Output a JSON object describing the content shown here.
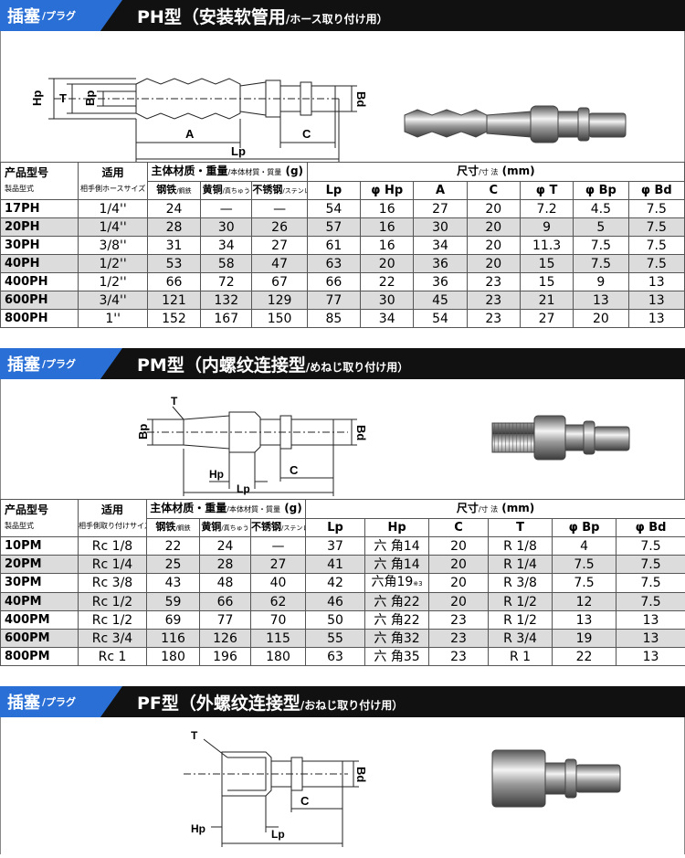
{
  "sections": {
    "ph": {
      "tag_big": "插塞",
      "tag_small": "/プラグ",
      "title": "PH型（安装软管用",
      "title_sub": "/ホース取り付け用）",
      "diagram_labels": {
        "hp": "Hp",
        "t": "T",
        "bp": "Bp",
        "a": "A",
        "c": "C",
        "lp": "Lp",
        "bd": "Bd"
      },
      "table": {
        "col_model": "产品型号",
        "col_model_sub": "製品型式",
        "col_apply": "适用",
        "col_apply_sub": "相手側ホースサイズ",
        "col_material": "主体材质・重量",
        "col_material_sub": "/本体材質・質量",
        "col_material_unit": "(g)",
        "col_dim": "尺寸",
        "col_dim_sub": "/寸 法",
        "col_dim_unit": "(mm)",
        "mat_headers": [
          {
            "main": "钢铁",
            "sub": "/鋼鉄"
          },
          {
            "main": "黄铜",
            "sub": "/真ちゅう"
          },
          {
            "main": "不锈钢",
            "sub": "/ステンレス"
          }
        ],
        "dim_headers": [
          "Lp",
          "φ Hp",
          "A",
          "C",
          "φ T",
          "φ Bp",
          "φ Bd"
        ],
        "rows": [
          {
            "model": "17PH",
            "apply": "1/4''",
            "m": [
              "24",
              "—",
              "—"
            ],
            "d": [
              "54",
              "16",
              "27",
              "20",
              "7.2",
              "4.5",
              "7.5"
            ]
          },
          {
            "model": "20PH",
            "apply": "1/4''",
            "m": [
              "28",
              "30",
              "26"
            ],
            "d": [
              "57",
              "16",
              "30",
              "20",
              "9",
              "5",
              "7.5"
            ]
          },
          {
            "model": "30PH",
            "apply": "3/8''",
            "m": [
              "31",
              "34",
              "27"
            ],
            "d": [
              "61",
              "16",
              "34",
              "20",
              "11.3",
              "7.5",
              "7.5"
            ]
          },
          {
            "model": "40PH",
            "apply": "1/2''",
            "m": [
              "53",
              "58",
              "47"
            ],
            "d": [
              "63",
              "20",
              "36",
              "20",
              "15",
              "7.5",
              "7.5"
            ]
          },
          {
            "model": "400PH",
            "apply": "1/2''",
            "m": [
              "66",
              "72",
              "67"
            ],
            "d": [
              "66",
              "22",
              "36",
              "23",
              "15",
              "9",
              "13"
            ]
          },
          {
            "model": "600PH",
            "apply": "3/4''",
            "m": [
              "121",
              "132",
              "129"
            ],
            "d": [
              "77",
              "30",
              "45",
              "23",
              "21",
              "13",
              "13"
            ]
          },
          {
            "model": "800PH",
            "apply": "1''",
            "m": [
              "152",
              "167",
              "150"
            ],
            "d": [
              "85",
              "34",
              "54",
              "23",
              "27",
              "20",
              "13"
            ]
          }
        ]
      }
    },
    "pm": {
      "tag_big": "插塞",
      "tag_small": "/プラグ",
      "title": "PM型（内螺纹连接型",
      "title_sub": "/めねじ取り付け用）",
      "diagram_labels": {
        "t": "T",
        "bp": "Bp",
        "hp": "Hp",
        "lp": "Lp",
        "c": "C",
        "bd": "Bd"
      },
      "table": {
        "col_model": "产品型号",
        "col_model_sub": "製品型式",
        "col_apply": "适用",
        "col_apply_sub": "相手側取り付けサイズ",
        "col_material": "主体材质・重量",
        "col_material_sub": "/本体材質・質量",
        "col_material_unit": "(g)",
        "col_dim": "尺寸",
        "col_dim_sub": "/寸 法",
        "col_dim_unit": "(mm)",
        "mat_headers": [
          {
            "main": "钢铁",
            "sub": "/鋼鉄"
          },
          {
            "main": "黄铜",
            "sub": "/真ちゅう"
          },
          {
            "main": "不锈钢",
            "sub": "/ステンレス"
          }
        ],
        "dim_headers": [
          "Lp",
          "Hp",
          "C",
          "T",
          "φ Bp",
          "φ Bd"
        ],
        "rows": [
          {
            "model": "10PM",
            "apply": "Rc 1/8",
            "m": [
              "22",
              "24",
              "—"
            ],
            "d": [
              "37",
              "六 角14",
              "20",
              "R 1/8",
              "4",
              "7.5"
            ]
          },
          {
            "model": "20PM",
            "apply": "Rc 1/4",
            "m": [
              "25",
              "28",
              "27"
            ],
            "d": [
              "41",
              "六 角14",
              "20",
              "R 1/4",
              "7.5",
              "7.5"
            ]
          },
          {
            "model": "30PM",
            "apply": "Rc 3/8",
            "m": [
              "43",
              "48",
              "40"
            ],
            "d": [
              "42",
              "六角19",
              "20",
              "R 3/8",
              "7.5",
              "7.5"
            ],
            "hp_note": "※3"
          },
          {
            "model": "40PM",
            "apply": "Rc 1/2",
            "m": [
              "59",
              "66",
              "62"
            ],
            "d": [
              "46",
              "六 角22",
              "20",
              "R 1/2",
              "12",
              "7.5"
            ]
          },
          {
            "model": "400PM",
            "apply": "Rc 1/2",
            "m": [
              "69",
              "77",
              "70"
            ],
            "d": [
              "50",
              "六 角22",
              "23",
              "R 1/2",
              "13",
              "13"
            ]
          },
          {
            "model": "600PM",
            "apply": "Rc 3/4",
            "m": [
              "116",
              "126",
              "115"
            ],
            "d": [
              "55",
              "六 角32",
              "23",
              "R 3/4",
              "19",
              "13"
            ]
          },
          {
            "model": "800PM",
            "apply": "Rc 1",
            "m": [
              "180",
              "196",
              "180"
            ],
            "d": [
              "63",
              "六 角35",
              "23",
              "R 1",
              "22",
              "13"
            ]
          }
        ]
      }
    },
    "pf": {
      "tag_big": "插塞",
      "tag_small": "/プラグ",
      "title": "PF型（外螺纹连接型",
      "title_sub": "/おねじ取り付け用）",
      "diagram_labels": {
        "t": "T",
        "bd": "Bd",
        "c": "C",
        "hp": "Hp",
        "lp": "Lp"
      }
    }
  }
}
